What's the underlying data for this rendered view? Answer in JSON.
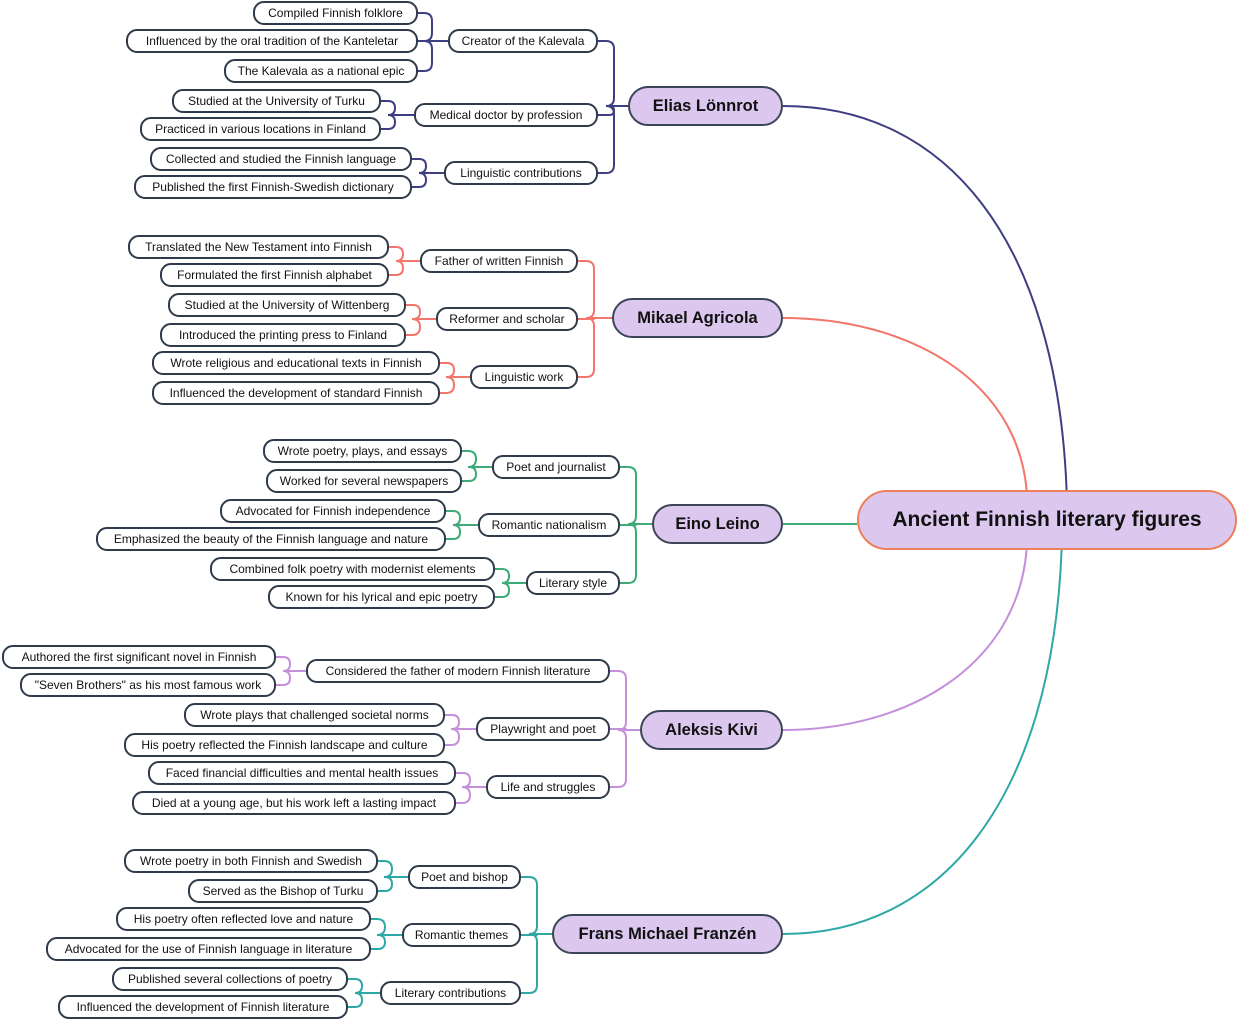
{
  "root": {
    "label": "Ancient Finnish literary figures",
    "border_color": "#ee7f5a"
  },
  "branches": [
    {
      "label": "Elias Lönnrot",
      "color": "#3e3f83",
      "children": [
        {
          "label": "Creator of the Kalevala",
          "children": [
            "Compiled Finnish folklore",
            "Influenced by the oral tradition of the Kanteletar",
            "The Kalevala as a national epic"
          ]
        },
        {
          "label": "Medical doctor by profession",
          "children": [
            "Studied at the University of Turku",
            "Practiced in various locations in Finland"
          ]
        },
        {
          "label": "Linguistic contributions",
          "children": [
            "Collected and studied the Finnish language",
            "Published the first Finnish-Swedish dictionary"
          ]
        }
      ]
    },
    {
      "label": "Mikael Agricola",
      "color": "#f2766c",
      "children": [
        {
          "label": "Father of written Finnish",
          "children": [
            "Translated the New Testament into Finnish",
            "Formulated the first Finnish alphabet"
          ]
        },
        {
          "label": "Reformer and scholar",
          "children": [
            "Studied at the University of Wittenberg",
            "Introduced the printing press to Finland"
          ]
        },
        {
          "label": "Linguistic work",
          "children": [
            "Wrote religious and educational texts in Finnish",
            "Influenced the development of standard Finnish"
          ]
        }
      ]
    },
    {
      "label": "Eino Leino",
      "color": "#3daa78",
      "children": [
        {
          "label": "Poet and journalist",
          "children": [
            "Wrote poetry, plays, and essays",
            "Worked for several newspapers"
          ]
        },
        {
          "label": "Romantic nationalism",
          "children": [
            "Advocated for Finnish independence",
            "Emphasized the beauty of the Finnish language and nature"
          ]
        },
        {
          "label": "Literary style",
          "children": [
            "Combined folk poetry with modernist elements",
            "Known for his lyrical and epic poetry"
          ]
        }
      ]
    },
    {
      "label": "Aleksis Kivi",
      "color": "#c48fdb",
      "children": [
        {
          "label": "Considered the father of modern Finnish literature",
          "children": [
            "Authored the first significant novel in Finnish",
            "\"Seven Brothers\" as his most famous work"
          ]
        },
        {
          "label": "Playwright and poet",
          "children": [
            "Wrote plays that challenged societal norms",
            "His poetry reflected the Finnish landscape and culture"
          ]
        },
        {
          "label": "Life and struggles",
          "children": [
            "Faced financial difficulties and mental health issues",
            "Died at a young age, but his work left a lasting impact"
          ]
        }
      ]
    },
    {
      "label": "Frans Michael Franzén",
      "color": "#2ea8a5",
      "children": [
        {
          "label": "Poet and bishop",
          "children": [
            "Wrote poetry in both Finnish and Swedish",
            "Served as the Bishop of Turku"
          ]
        },
        {
          "label": "Romantic themes",
          "children": [
            "His poetry often reflected love and nature",
            "Advocated for the use of Finnish language in literature"
          ]
        },
        {
          "label": "Literary contributions",
          "children": [
            "Published several collections of poetry",
            "Influenced the development of Finnish literature"
          ]
        }
      ]
    }
  ]
}
